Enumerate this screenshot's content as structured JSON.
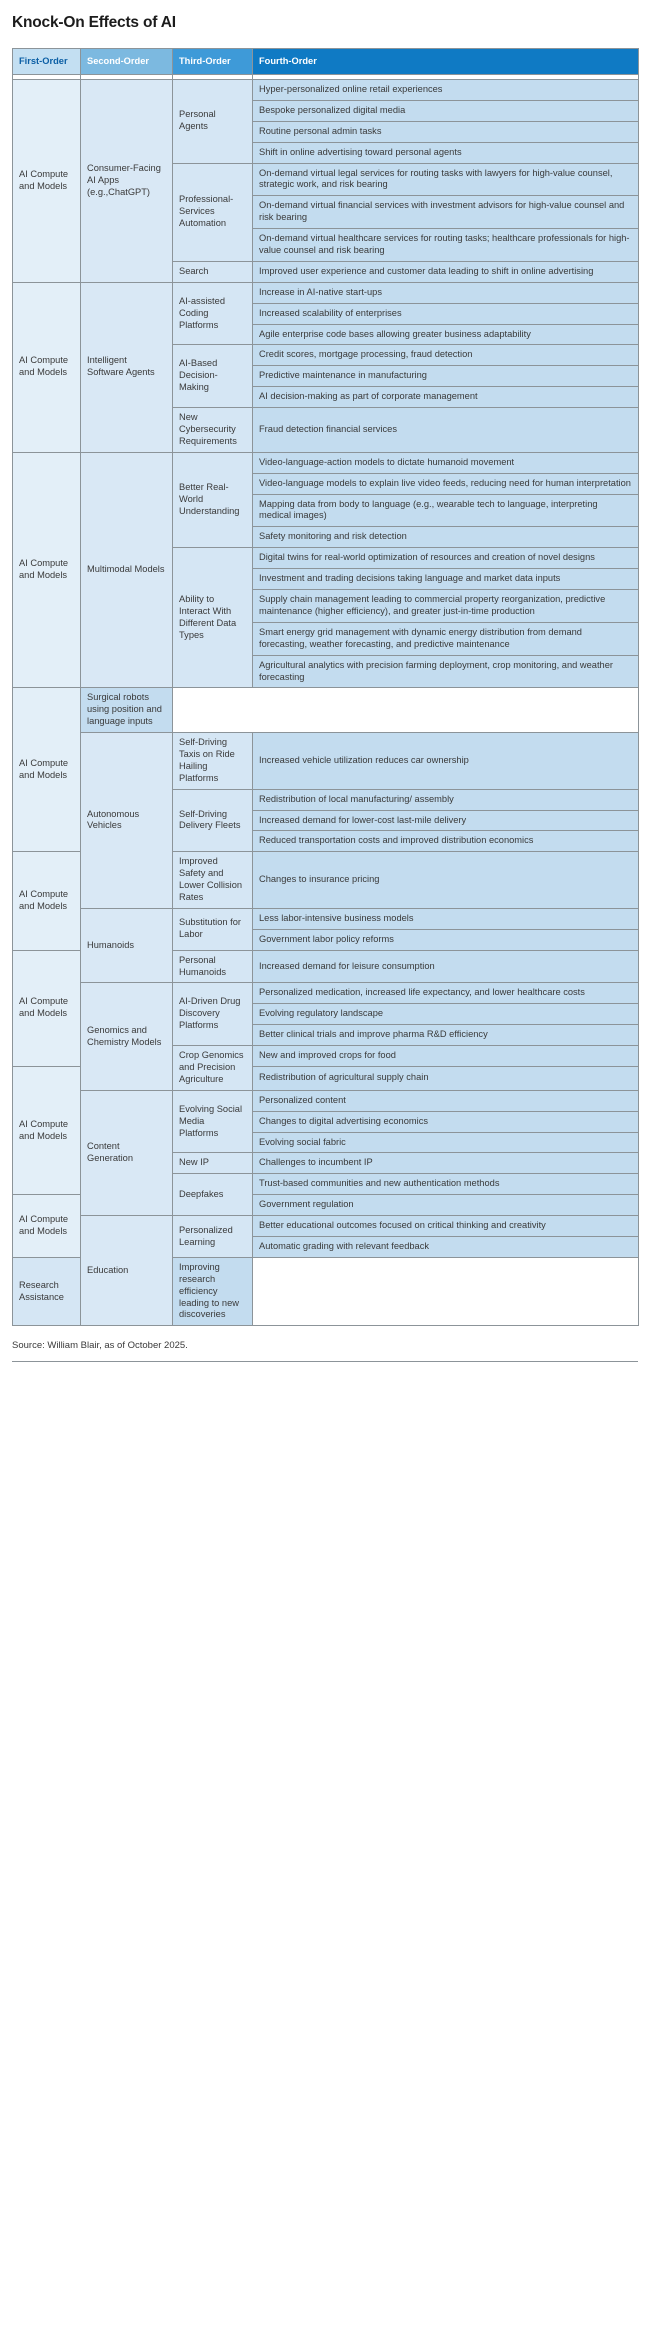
{
  "title": "Knock-On Effects of AI",
  "headers": {
    "first": "First-Order",
    "second": "Second-Order",
    "third": "Third-Order",
    "fourth": "Fourth-Order"
  },
  "colors": {
    "header_first_bg": "#c3dff2",
    "header_first_text": "#0b5fa5",
    "header_second_bg": "#7cb9e0",
    "header_third_bg": "#3e9ad8",
    "header_fourth_bg": "#0f7ac4",
    "col1_bg": "#e3eff8",
    "col2_bg": "#d9e8f5",
    "col3_bg": "#d5e6f4",
    "col4_bg": "#c3dcef",
    "border": "#8c9499"
  },
  "source": "Source: William Blair, as of October 2025.",
  "first_order_label": "AI Compute and Models",
  "rows": [
    {
      "first": "AI Compute and Models",
      "first_rows": 10,
      "second": "Consumer-Facing AI Apps (e.g.,ChatGPT)",
      "second_rows": 8,
      "third": "Personal Agents",
      "third_rows": 4,
      "fourth": "Hyper-personalized online retail experiences"
    },
    {
      "fourth": "Bespoke personalized digital media"
    },
    {
      "fourth": "Routine personal admin tasks"
    },
    {
      "fourth": "Shift in online advertising toward personal agents"
    },
    {
      "third": "Professional-Services Automation",
      "third_rows": 3,
      "fourth": "On-demand virtual legal services for routing tasks with lawyers for high-value counsel, strategic work, and risk bearing"
    },
    {
      "fourth": "On-demand virtual financial services with investment advisors for high-value counsel and risk bearing"
    },
    {
      "fourth": "On-demand virtual healthcare services for routing tasks; healthcare professionals for high-value counsel and risk bearing"
    },
    {
      "third": "Search",
      "third_rows": 1,
      "fourth": "Improved user experience and customer data leading to shift in online advertising"
    },
    {
      "second": "Intelligent Software Agents",
      "second_rows": 7,
      "third": "AI-assisted Coding Platforms",
      "third_rows": 3,
      "fourth": "Increase in AI-native start-ups"
    },
    {
      "fourth": "Increased scalability of enterprises"
    },
    {
      "fourth": "Agile enterprise code bases allowing greater business adaptability"
    },
    {
      "third": "AI-Based Decision-Making",
      "third_rows": 3,
      "fourth": "Credit scores, mortgage processing, fraud detection"
    },
    {
      "fourth": "Predictive maintenance in manufacturing"
    },
    {
      "fourth": "AI decision-making as part of corporate management"
    },
    {
      "third": "New Cybersecurity Requirements",
      "third_rows": 1,
      "fourth": "Fraud detection financial services"
    },
    {
      "second": "Multimodal Models",
      "second_rows": 9,
      "third": "Better Real-World Understanding",
      "third_rows": 4,
      "fourth": "Video-language-action models to dictate humanoid movement"
    },
    {
      "fourth": "Video-language models to explain live video feeds, reducing need for human interpretation"
    },
    {
      "fourth": "Mapping data from body to language (e.g., wearable tech to language, interpreting medical images)"
    },
    {
      "fourth": "Safety monitoring and risk detection"
    },
    {
      "third": "Ability to Interact With Different Data Types",
      "third_rows": 5,
      "fourth": "Digital twins for real-world optimization of resources and creation of novel designs"
    },
    {
      "fourth": "Investment and trading decisions taking language and market data inputs"
    },
    {
      "fourth": "Supply chain management leading to commercial property reorganization, predictive maintenance (higher efficiency), and greater just-in-time production"
    },
    {
      "fourth": "Smart energy grid management with dynamic energy distribution from demand forecasting, weather forecasting, and predictive maintenance"
    },
    {
      "fourth": "Agricultural analytics with precision farming deployment, crop monitoring, and weather forecasting"
    },
    {
      "fourth": "Surgical robots using position and language inputs"
    },
    {
      "second": "Autonomous Vehicles",
      "second_rows": 5,
      "third": "Self-Driving Taxis on Ride Hailing Platforms",
      "third_rows": 1,
      "fourth": "Increased vehicle utilization reduces car ownership"
    },
    {
      "third": "Self-Driving Delivery Fleets",
      "third_rows": 3,
      "fourth": "Redistribution of local manufacturing/ assembly"
    },
    {
      "fourth": "Increased demand for lower-cost last-mile delivery"
    },
    {
      "fourth": "Reduced transportation costs and improved distribution economics"
    },
    {
      "third": "Improved Safety and Lower Collision Rates",
      "third_rows": 1,
      "fourth": "Changes to insurance pricing"
    },
    {
      "second": "Humanoids",
      "second_rows": 3,
      "third": "Substitution for Labor",
      "third_rows": 2,
      "fourth": "Less labor-intensive business models"
    },
    {
      "fourth": "Government labor policy reforms"
    },
    {
      "third": "Personal Humanoids",
      "third_rows": 1,
      "fourth": "Increased demand for leisure consumption"
    },
    {
      "second": "Genomics and Chemistry Models",
      "second_rows": 5,
      "third": "AI-Driven Drug Discovery Platforms",
      "third_rows": 3,
      "fourth": "Personalized medication, increased life expectancy, and lower healthcare costs"
    },
    {
      "fourth": "Evolving regulatory landscape"
    },
    {
      "fourth": "Better clinical trials and improve pharma R&D efficiency"
    },
    {
      "third": "Crop Genomics and Precision Agriculture",
      "third_rows": 2,
      "fourth": "New and improved crops for food"
    },
    {
      "fourth": "Redistribution of agricultural supply chain"
    },
    {
      "second": "Content Generation",
      "second_rows": 6,
      "third": "Evolving Social Media Platforms",
      "third_rows": 3,
      "fourth": "Personalized content"
    },
    {
      "fourth": "Changes to digital advertising economics"
    },
    {
      "fourth": "Evolving social fabric"
    },
    {
      "third": "New IP",
      "third_rows": 1,
      "fourth": "Challenges to incumbent IP"
    },
    {
      "third": "Deepfakes",
      "third_rows": 2,
      "fourth": "Trust-based communities and new authentication methods"
    },
    {
      "fourth": "Government regulation"
    },
    {
      "second": "Education",
      "second_rows": 3,
      "third": "Personalized Learning",
      "third_rows": 2,
      "fourth": "Better educational outcomes focused on critical thinking and creativity"
    },
    {
      "fourth": "Automatic grading with relevant feedback"
    },
    {
      "third": "Research Assistance",
      "third_rows": 1,
      "fourth": "Improving research efficiency leading to new discoveries"
    }
  ],
  "first_order_spans": [
    {
      "label": "AI Compute and Models",
      "rows": 8
    },
    {
      "label": "AI Compute and Models",
      "rows": 7
    },
    {
      "label": "AI Compute and Models",
      "rows": 9
    },
    {
      "label": "AI Compute and Models",
      "rows": 5
    },
    {
      "label": "AI Compute and Models",
      "rows": 3
    },
    {
      "label": "AI Compute and Models",
      "rows": 5
    },
    {
      "label": "AI Compute and Models",
      "rows": 6
    },
    {
      "label": "AI Compute and Models",
      "rows": 3
    }
  ]
}
